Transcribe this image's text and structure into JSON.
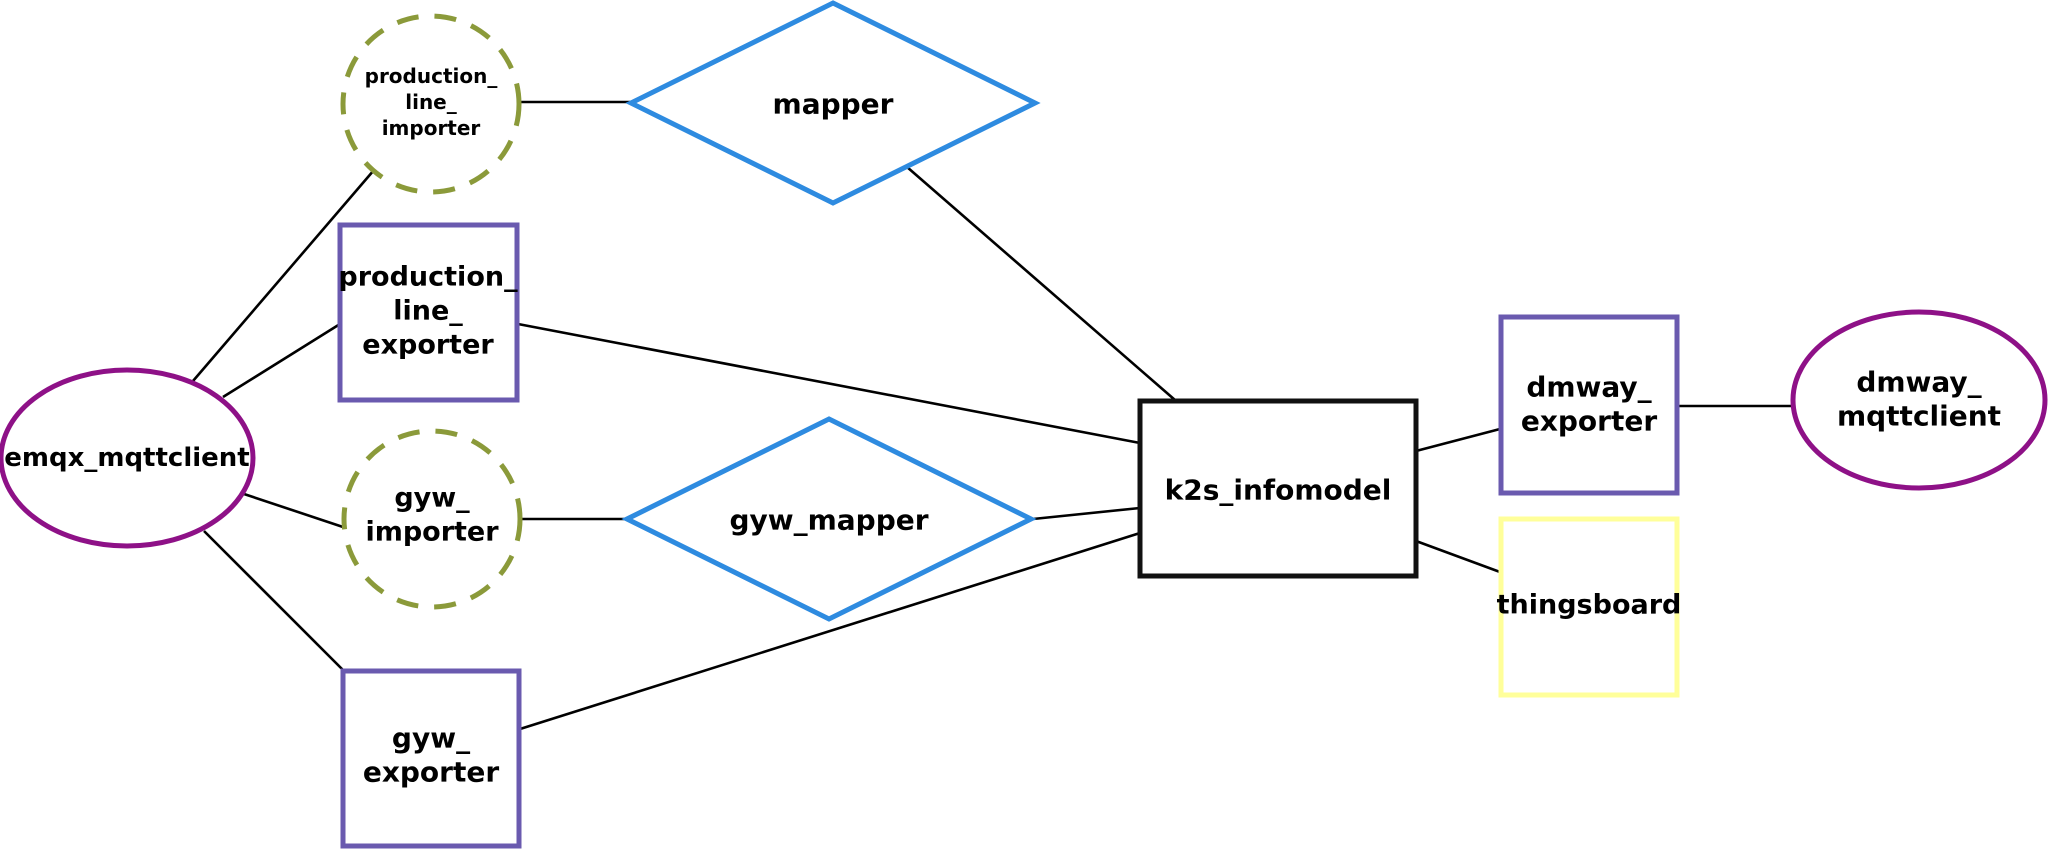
{
  "colors": {
    "exporter_border": "#6a5aaf",
    "client_border": "#8e1187",
    "importer_border": "#8b9a3a",
    "mapper_border": "#2e8be0",
    "infomodel_border": "#111111",
    "thingsboard_border": "#ffff9a"
  },
  "nodes": {
    "production_line_importer": {
      "lines": [
        "production_",
        "line_",
        "importer"
      ],
      "shape": "dashed-circle"
    },
    "mapper": {
      "lines": [
        "mapper"
      ],
      "shape": "diamond"
    },
    "production_line_exporter": {
      "lines": [
        "production_",
        "line_",
        "exporter"
      ],
      "shape": "rectangle"
    },
    "emqx_mqttclient": {
      "lines": [
        "emqx_mqttclient"
      ],
      "shape": "ellipse"
    },
    "gyw_importer": {
      "lines": [
        "gyw_",
        "importer"
      ],
      "shape": "dashed-circle"
    },
    "gyw_mapper": {
      "lines": [
        "gyw_mapper"
      ],
      "shape": "diamond"
    },
    "gyw_exporter": {
      "lines": [
        "gyw_",
        "exporter"
      ],
      "shape": "rectangle"
    },
    "k2s_infomodel": {
      "lines": [
        "k2s_infomodel"
      ],
      "shape": "rectangle"
    },
    "dmway_exporter": {
      "lines": [
        "dmway_",
        "exporter"
      ],
      "shape": "rectangle"
    },
    "thingsboard": {
      "lines": [
        "thingsboard"
      ],
      "shape": "rectangle"
    },
    "dmway_mqttclient": {
      "lines": [
        "dmway_",
        "mqttclient"
      ],
      "shape": "ellipse"
    }
  },
  "edges": [
    [
      "emqx_mqttclient",
      "production_line_importer"
    ],
    [
      "emqx_mqttclient",
      "production_line_exporter"
    ],
    [
      "emqx_mqttclient",
      "gyw_importer"
    ],
    [
      "emqx_mqttclient",
      "gyw_exporter"
    ],
    [
      "production_line_importer",
      "mapper"
    ],
    [
      "mapper",
      "k2s_infomodel"
    ],
    [
      "production_line_exporter",
      "k2s_infomodel"
    ],
    [
      "gyw_importer",
      "gyw_mapper"
    ],
    [
      "gyw_mapper",
      "k2s_infomodel"
    ],
    [
      "gyw_exporter",
      "k2s_infomodel"
    ],
    [
      "k2s_infomodel",
      "dmway_exporter"
    ],
    [
      "k2s_infomodel",
      "thingsboard"
    ],
    [
      "dmway_exporter",
      "dmway_mqttclient"
    ]
  ]
}
